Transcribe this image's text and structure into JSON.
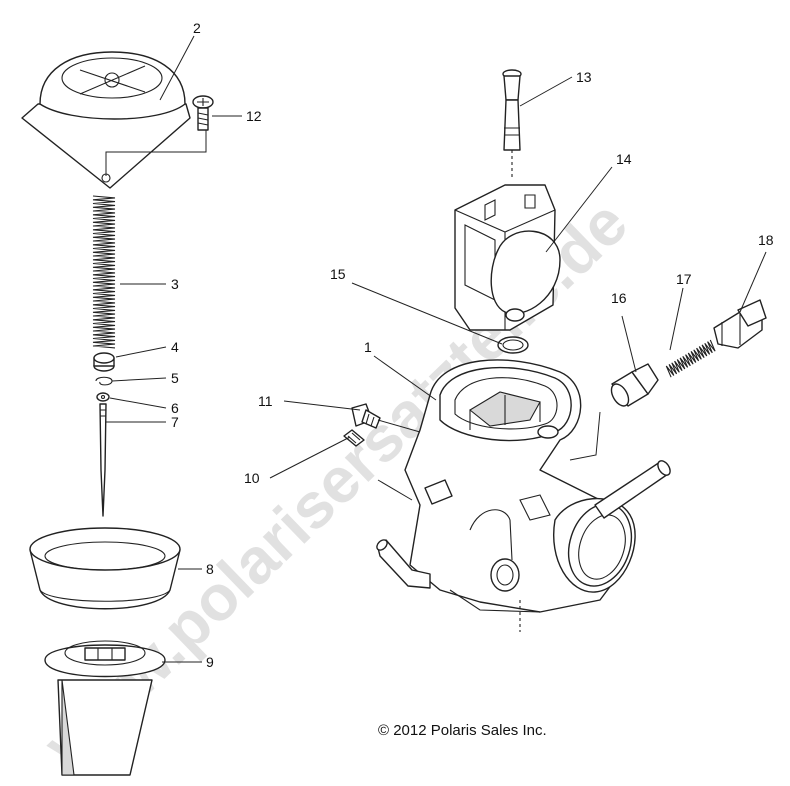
{
  "watermark": "www.polarisersatzteile.de",
  "copyright": "© 2012 Polaris Sales Inc.",
  "callouts": [
    "1",
    "2",
    "3",
    "4",
    "5",
    "6",
    "7",
    "8",
    "9",
    "10",
    "11",
    "12",
    "13",
    "14",
    "15",
    "16",
    "17",
    "18"
  ]
}
